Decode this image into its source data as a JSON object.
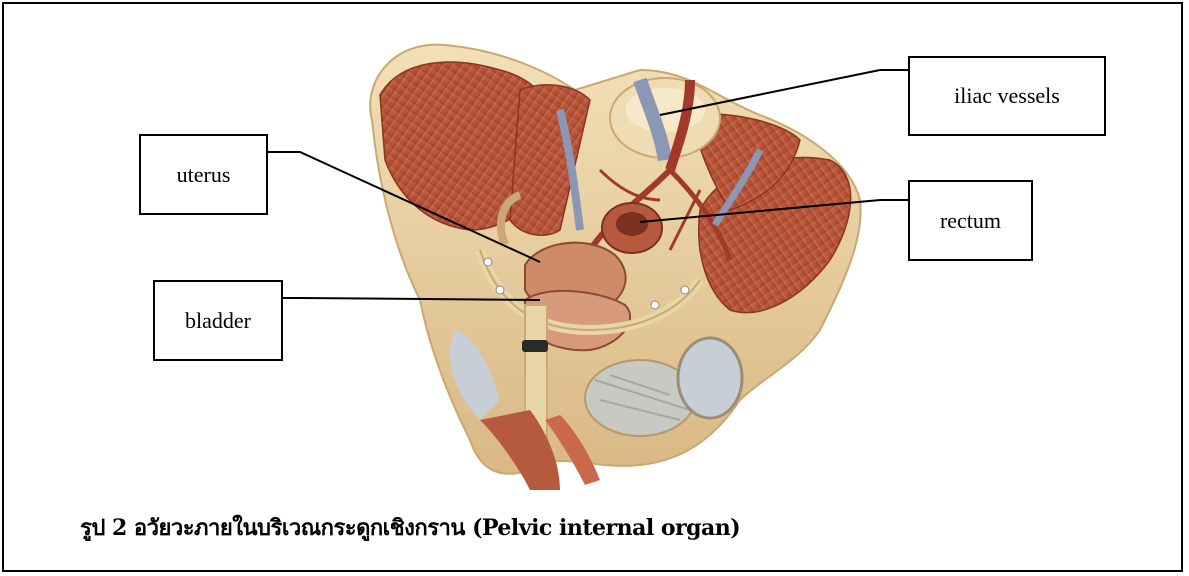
{
  "labels": {
    "iliac_vessels": "iliac vessels",
    "uterus": "uterus",
    "rectum": "rectum",
    "bladder": "bladder"
  },
  "caption": "รูป 2 อวัยวะภายในบริเวณกระดูกเชิงกราน (Pelvic internal organ)",
  "colors": {
    "bone": "#ead2a0",
    "muscle": "#b8543a",
    "organ": "#c97a5a",
    "vessel": "#a13a2a",
    "vein": "#8a97b5",
    "border": "#000000"
  }
}
